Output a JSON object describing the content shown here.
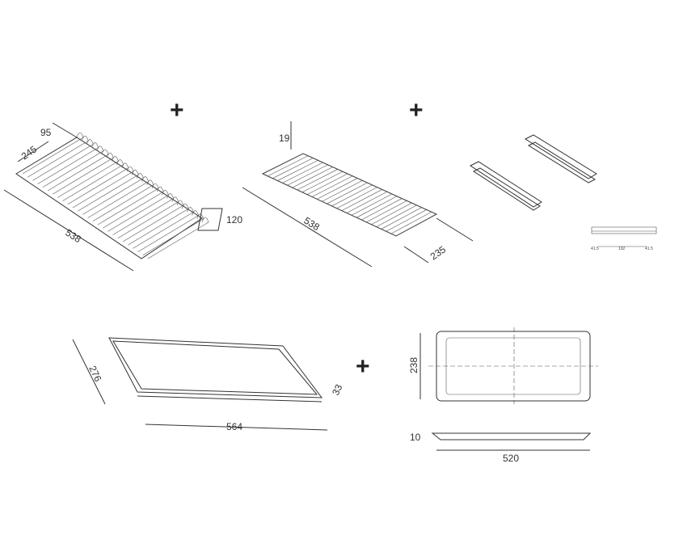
{
  "plus_sign": "+",
  "dish_rack": {
    "depth": "245",
    "height": "95",
    "length": "538",
    "side": "120"
  },
  "bowl_rack": {
    "height": "19",
    "length": "538",
    "depth": "235"
  },
  "brackets": {
    "width": "192",
    "margin_left": "41.5",
    "margin_right": "41.5"
  },
  "frame": {
    "depth": "276",
    "length": "564",
    "height": "33"
  },
  "tray": {
    "depth": "238",
    "length": "520",
    "height": "10"
  }
}
